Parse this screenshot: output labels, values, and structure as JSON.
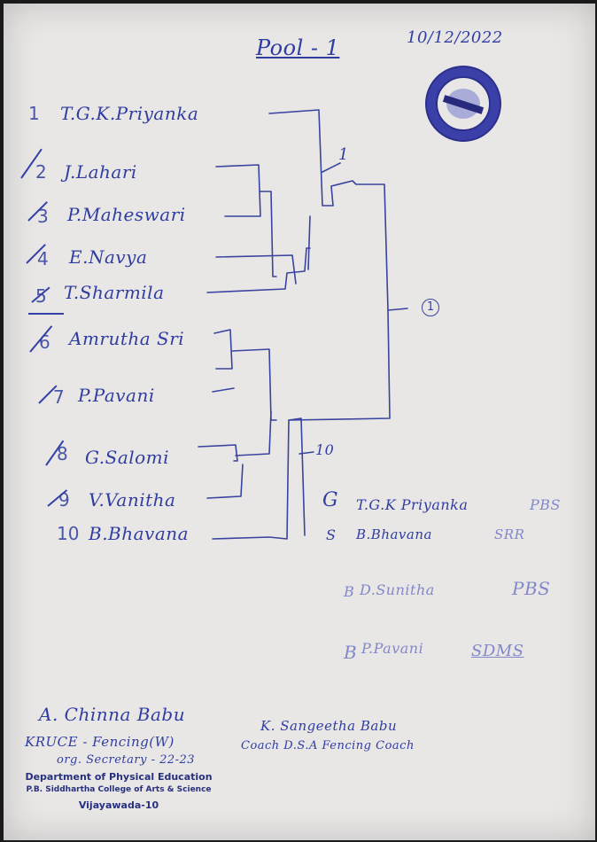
{
  "header": {
    "date": "10/12/2022",
    "pool_title": "Pool - 1"
  },
  "participants": [
    {
      "num": "1",
      "name": "T.G.K.Priyanka"
    },
    {
      "num": "2",
      "name": "J.Lahari"
    },
    {
      "num": "3",
      "name": "P.Maheswari"
    },
    {
      "num": "4",
      "name": "E.Navya"
    },
    {
      "num": "5",
      "name": "T.Sharmila"
    },
    {
      "num": "6",
      "name": "Amrutha Sri"
    },
    {
      "num": "7",
      "name": "P.Pavani"
    },
    {
      "num": "8",
      "name": "G.Salomi"
    },
    {
      "num": "9",
      "name": "V.Vanitha"
    },
    {
      "num": "10",
      "name": "B.Bhavana"
    }
  ],
  "bracket_labels": {
    "upper_winner": "1",
    "lower_winner": "10",
    "final_winner": "1"
  },
  "results": [
    {
      "place": "G",
      "name": "T.G.K Priyanka",
      "college": "PBS"
    },
    {
      "place": "S",
      "name": "B.Bhavana",
      "college": "SRR"
    },
    {
      "place": "B",
      "name": "D.Sunitha",
      "college": "PBS"
    },
    {
      "place": "B",
      "name": "P.Pavani",
      "college": "SDMS"
    }
  ],
  "signatures": {
    "left_name": "A. Chinna Babu",
    "left_line1": "KRUCE - Fencing(W)",
    "left_line2": "org. Secretary - 22-23",
    "right_name": "K. Sangeetha Babu",
    "right_line2": "Coach D.S.A Fencing Coach"
  },
  "stamp": {
    "line1": "Department of Physical Education",
    "line2": "P.B. Siddhartha College of Arts & Science",
    "line3": "Vijayawada-10"
  },
  "colors": {
    "ink": "#2f3da0",
    "paper": "#e9e7e6",
    "seal": "#3b3fa8"
  }
}
